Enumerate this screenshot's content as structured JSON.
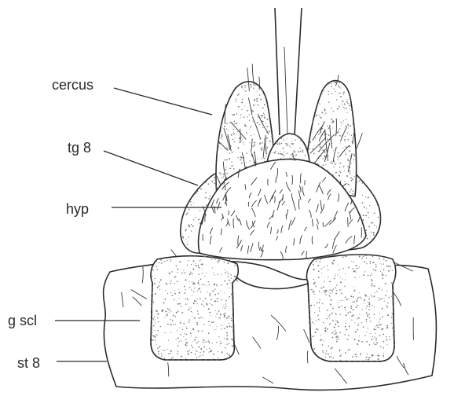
{
  "labels": {
    "cercus": "cercus",
    "tg8": "tg 8",
    "hyp": "hyp",
    "gscl": "g scl",
    "st8": "st 8"
  },
  "colors": {
    "ink": "#2b2b2b",
    "stipple": "#777777",
    "paper": "#ffffff"
  }
}
